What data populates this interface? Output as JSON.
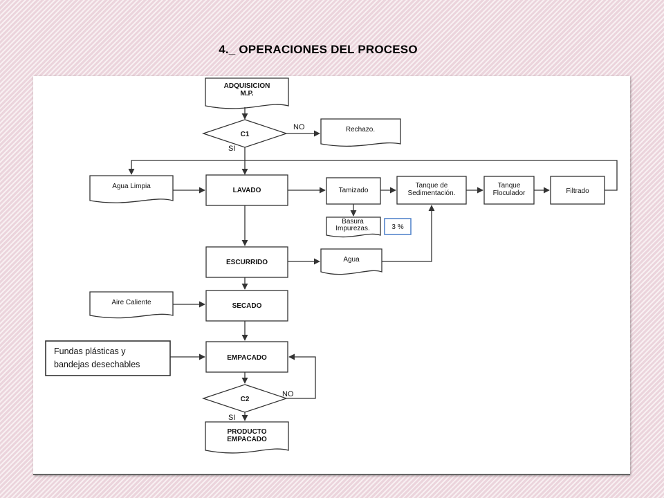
{
  "slide": {
    "title": "4._ OPERACIONES DEL PROCESO"
  },
  "flowchart": {
    "nodes": {
      "adquisicion": [
        "ADQUISICION",
        "M.P."
      ],
      "c1": "C1",
      "c1_no": "NO",
      "c1_si": "SI",
      "rechazo": "Rechazo.",
      "agua_limpia": "Agua Limpia",
      "lavado": "LAVADO",
      "tamizado": "Tamizado",
      "tanque_sedimentacion": [
        "Tanque de",
        "Sedimentación."
      ],
      "tanque_floculador": [
        "Tanque",
        "Floculador"
      ],
      "filtrado": "Filtrado",
      "basura": [
        "Basura",
        "Impurezas."
      ],
      "percent_note": "3 %",
      "escurrido": "ESCURRIDO",
      "agua": "Agua",
      "aire_caliente": "Aire Caliente",
      "secado": "SECADO",
      "fundas": [
        "Fundas plásticas y",
        "bandejas desechables"
      ],
      "empacado": "EMPACADO",
      "c2": "C2",
      "c2_no": "NO",
      "c2_si": "SI",
      "producto": [
        "PRODUCTO",
        "EMPACADO"
      ]
    }
  },
  "colors": {
    "line": "#333333",
    "note_border": "#4a7fc8",
    "background": "#f0dde3"
  }
}
